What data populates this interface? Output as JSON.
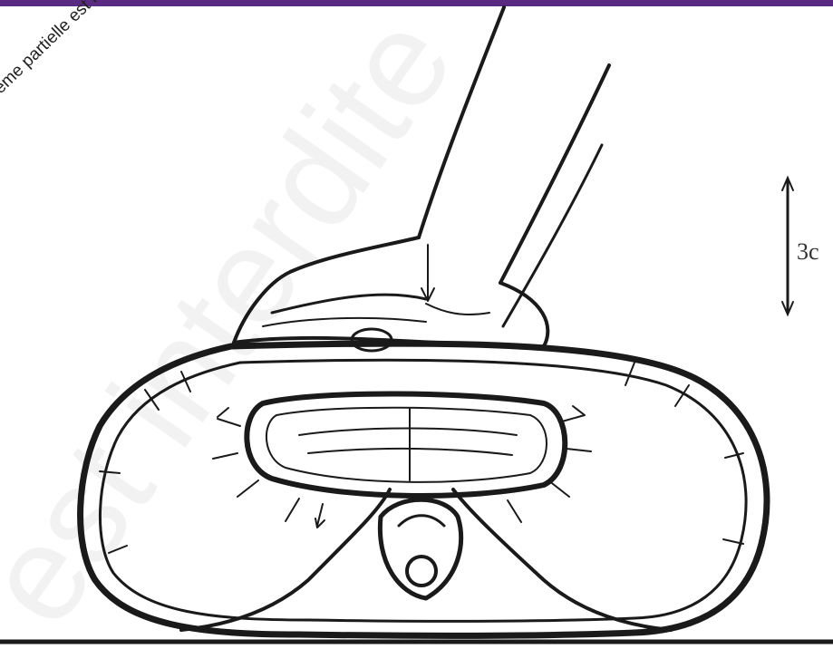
{
  "watermark": {
    "text": "duction même partielle est interdit",
    "ghost_text": "est interdite · Franc"
  },
  "scale_marker": {
    "label": "3c"
  },
  "colors": {
    "top_bar": "#5a2a82",
    "ink": "#1a1a1a",
    "background": "#ffffff"
  }
}
